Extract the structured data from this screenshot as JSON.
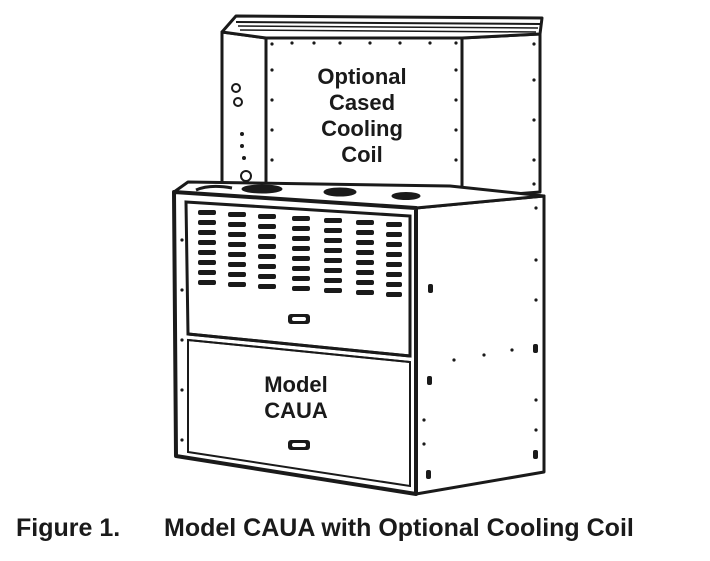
{
  "diagram": {
    "coil_label_lines": [
      "Optional",
      "Cased",
      "Cooling",
      "Coil"
    ],
    "unit_label_lines": [
      "Model",
      "CAUA"
    ]
  },
  "caption": {
    "number": "Figure 1.",
    "title": "Model CAUA with Optional Cooling Coil"
  }
}
